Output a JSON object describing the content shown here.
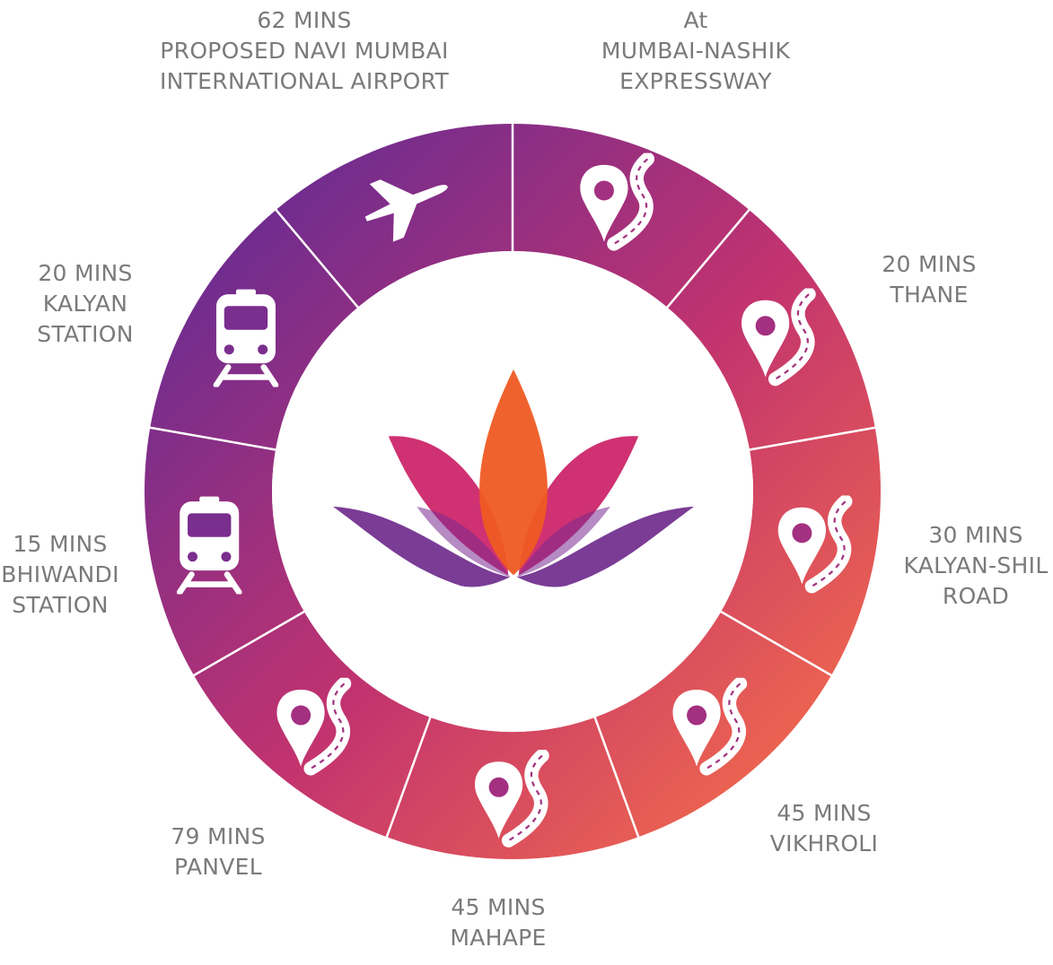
{
  "colors": {
    "gradient_start": "#6a2c91",
    "gradient_mid": "#c2336f",
    "gradient_end": "#f36b4b",
    "divider": "#ffffff",
    "icon": "#ffffff",
    "label_text": "#7a7a7a",
    "petal_orange": "#ef5a22",
    "petal_magenta": "#c8145f",
    "petal_purple": "#7a2a8f"
  },
  "center_logo": {
    "icon": "lotus-logo-icon"
  },
  "segments": [
    {
      "icon": "airplane-icon",
      "lines": [
        "62 MINS",
        "PROPOSED NAVI MUMBAI",
        "INTERNATIONAL AIRPORT"
      ]
    },
    {
      "icon": "road-location-icon",
      "lines": [
        "At",
        "MUMBAI-NASHIK",
        "EXPRESSWAY"
      ]
    },
    {
      "icon": "road-location-icon",
      "lines": [
        "20 MINS",
        "THANE"
      ]
    },
    {
      "icon": "road-location-icon",
      "lines": [
        "30 MINS",
        "KALYAN-SHIL",
        "ROAD"
      ]
    },
    {
      "icon": "road-location-icon",
      "lines": [
        "45 MINS",
        "VIKHROLI"
      ]
    },
    {
      "icon": "road-location-icon",
      "lines": [
        "45 MINS",
        "MAHAPE"
      ]
    },
    {
      "icon": "road-location-icon",
      "lines": [
        "79 MINS",
        "PANVEL"
      ]
    },
    {
      "icon": "train-icon",
      "lines": [
        "15 MINS",
        "BHIWANDI",
        "STATION"
      ]
    },
    {
      "icon": "train-icon",
      "lines": [
        "20 MINS",
        "KALYAN",
        "STATION"
      ]
    }
  ]
}
